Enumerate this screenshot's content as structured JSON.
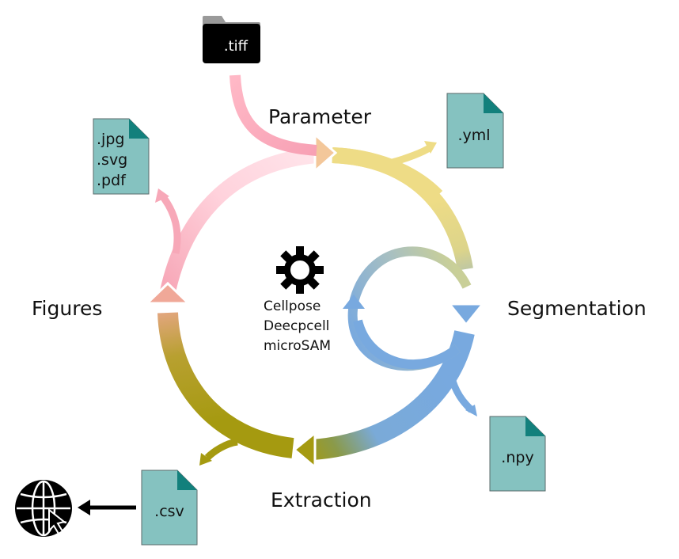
{
  "stages": {
    "parameter": "Parameter",
    "segmentation": "Segmentation",
    "extraction": "Extraction",
    "figures": "Figures"
  },
  "input_file": ".tiff",
  "files": {
    "yml": ".yml",
    "npy": ".npy",
    "csv": ".csv",
    "figure_formats": [
      ".jpg",
      ".svg",
      ".pdf"
    ]
  },
  "tools": [
    "Cellpose",
    "Deecpcell",
    "microSAM"
  ],
  "icons": {
    "center": "gear-icon",
    "input": "folder-icon",
    "output": "globe-icon"
  },
  "colors": {
    "pink": "#f7a8b8",
    "yellow": "#ecdd8a",
    "blue": "#78a9df",
    "olive": "#a59a10",
    "file_fill": "#85c2c0",
    "file_corner": "#12807c"
  }
}
